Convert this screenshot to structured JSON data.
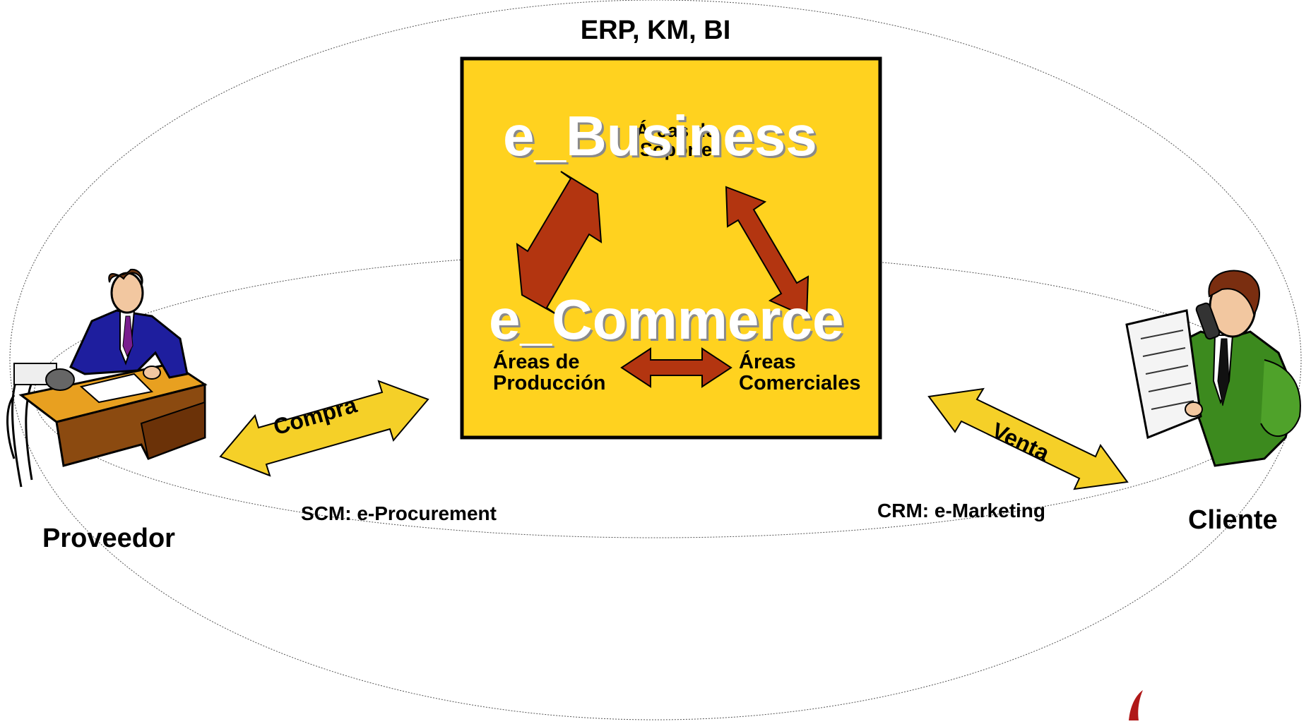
{
  "top_label": "ERP, KM, BI",
  "core": {
    "title_business": "e_Business",
    "title_commerce": "e_Commerce",
    "support_areas": [
      "Áreas de",
      "Soporte"
    ],
    "production_areas": [
      "Áreas de",
      "Producción"
    ],
    "commercial_areas": [
      "Áreas",
      "Comerciales"
    ]
  },
  "purchase": {
    "arrow_label": "Compra",
    "system_label": "SCM: e-Procurement"
  },
  "sale": {
    "arrow_label": "Venta",
    "system_label": "CRM: e-Marketing"
  },
  "actors": {
    "supplier": "Proveedor",
    "customer": "Cliente"
  },
  "colors": {
    "box_fill": "#FFD21F",
    "inner_arrow": "#B33510",
    "outer_arrow": "#F5D028",
    "businessman_suit": "#1E1E9E",
    "customer_suit": "#3C8A1E"
  },
  "icons": [
    "supplier-businessman-icon",
    "customer-phone-icon",
    "corner-logo-icon"
  ]
}
